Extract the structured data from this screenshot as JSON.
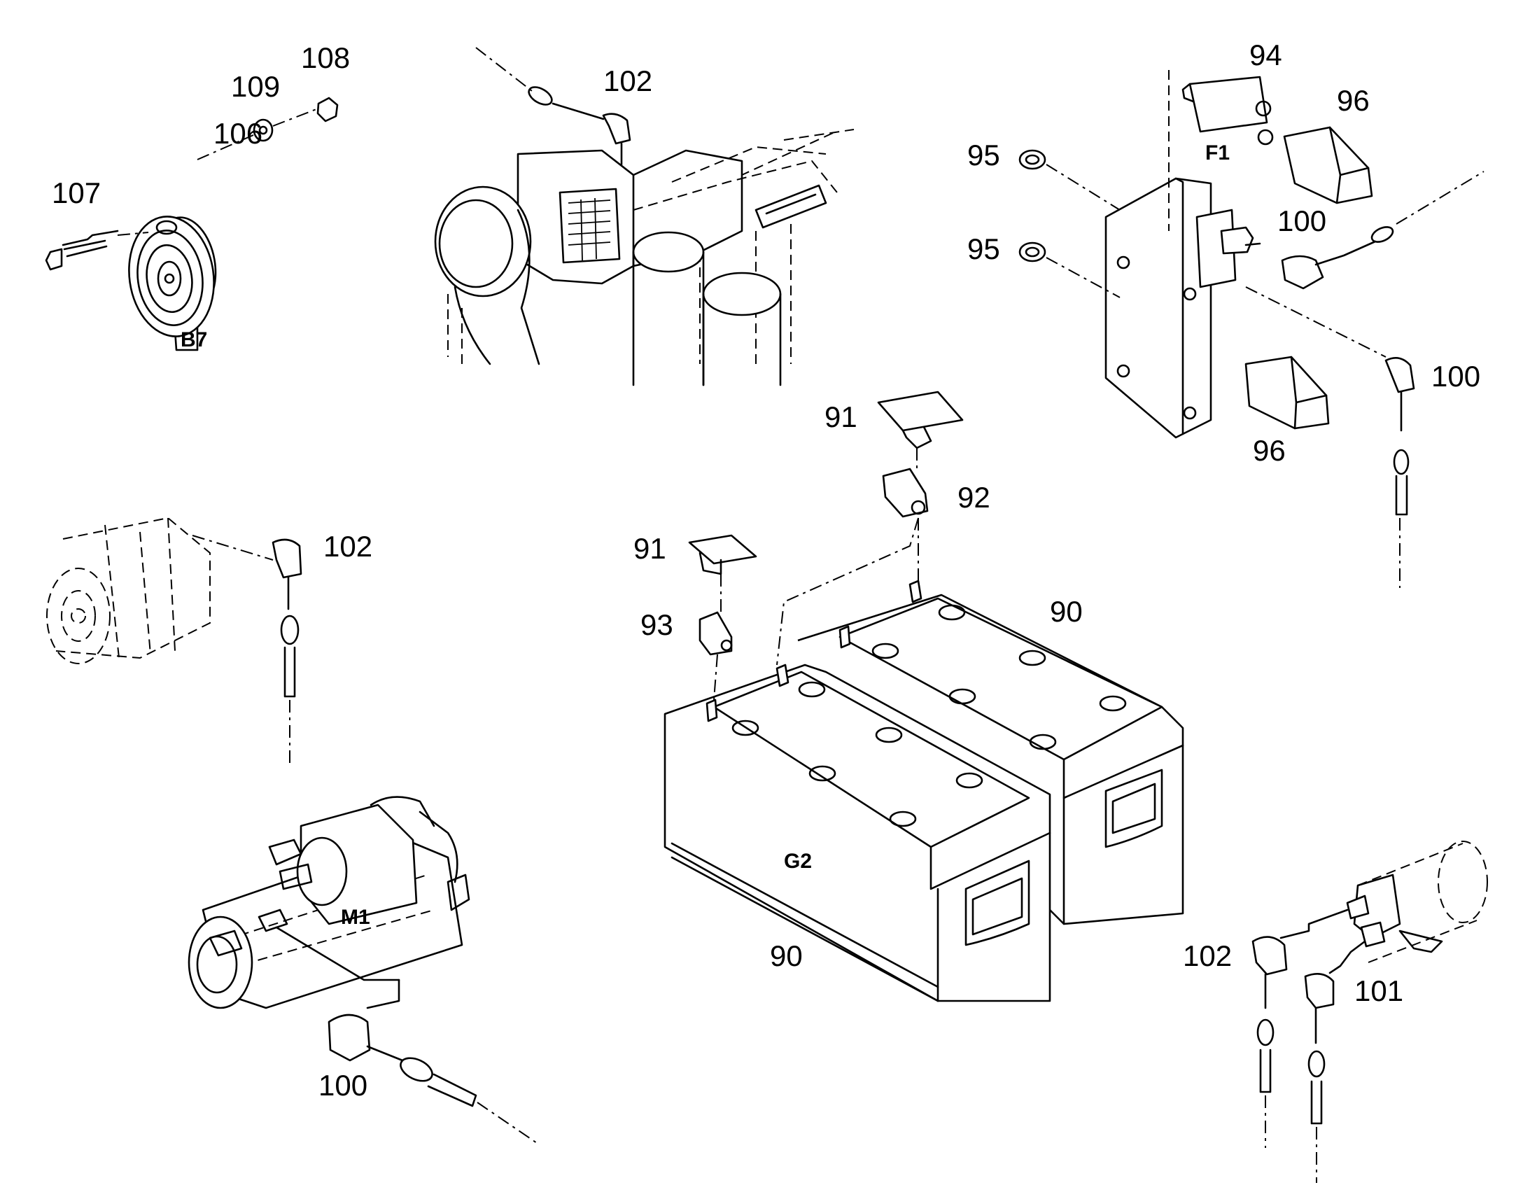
{
  "callouts": {
    "c90a": "90",
    "c90b": "90",
    "c91a": "91",
    "c91b": "91",
    "c92": "92",
    "c93": "93",
    "c94": "94",
    "c95a": "95",
    "c95b": "95",
    "c96a": "96",
    "c96b": "96",
    "c100a": "100",
    "c100b": "100",
    "c100c": "100",
    "c101": "101",
    "c102a": "102",
    "c102b": "102",
    "c102c": "102",
    "c106": "106",
    "c107": "107",
    "c108": "108",
    "c109": "109"
  },
  "component_refs": {
    "horn": "B7",
    "fuse_box": "F1",
    "batteries": "G2",
    "starter_motor": "M1"
  }
}
